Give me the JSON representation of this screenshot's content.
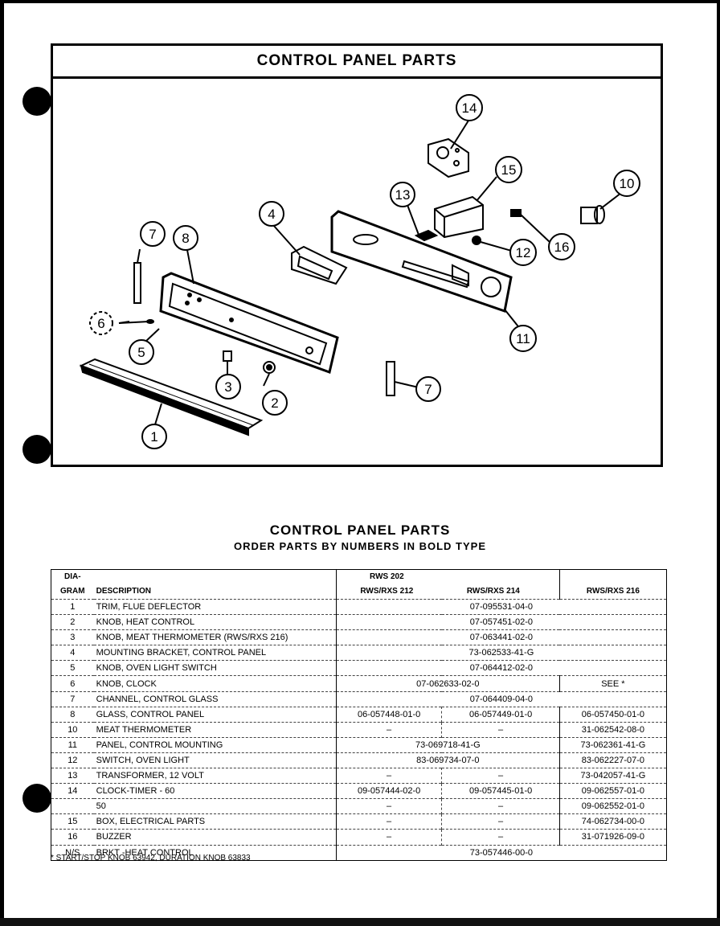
{
  "diagram": {
    "title": "CONTROL PANEL PARTS",
    "callouts": [
      "1",
      "2",
      "3",
      "4",
      "5",
      "6",
      "7",
      "7",
      "8",
      "10",
      "11",
      "12",
      "13",
      "14",
      "15",
      "16"
    ]
  },
  "table_title": "CONTROL PANEL PARTS",
  "table_subtitle": "ORDER PARTS BY NUMBERS IN BOLD TYPE",
  "columns": {
    "dia": "DIA-",
    "gram": "GRAM",
    "description": "DESCRIPTION",
    "col_a_top": "RWS 202",
    "col_a": "RWS/RXS 212",
    "col_b": "RWS/RXS 214",
    "col_c": "RWS/RXS 216"
  },
  "rows": [
    {
      "num": "1",
      "desc": "TRIM, FLUE DEFLECTOR",
      "all": "07-095531-04-0"
    },
    {
      "num": "2",
      "desc": "KNOB, HEAT CONTROL",
      "all": "07-057451-02-0"
    },
    {
      "num": "3",
      "desc": "KNOB, MEAT THERMOMETER (RWS/RXS 216)",
      "all": "07-063441-02-0"
    },
    {
      "num": "4",
      "desc": "MOUNTING BRACKET, CONTROL PANEL",
      "all": "73-062533-41-G"
    },
    {
      "num": "5",
      "desc": "KNOB, OVEN LIGHT SWITCH",
      "all": "07-064412-02-0"
    },
    {
      "num": "6",
      "desc": "KNOB, CLOCK",
      "ab": "07-062633-02-0",
      "c": "SEE *"
    },
    {
      "num": "7",
      "desc": "CHANNEL, CONTROL GLASS",
      "all": "07-064409-04-0"
    },
    {
      "num": "8",
      "desc": "GLASS, CONTROL PANEL",
      "a": "06-057448-01-0",
      "b": "06-057449-01-0",
      "c": "06-057450-01-0"
    },
    {
      "num": "10",
      "desc": "MEAT THERMOMETER",
      "a": "–",
      "b": "–",
      "c": "31-062542-08-0"
    },
    {
      "num": "11",
      "desc": "PANEL, CONTROL MOUNTING",
      "ab": "73-069718-41-G",
      "c": "73-062361-41-G"
    },
    {
      "num": "12",
      "desc": "SWITCH, OVEN LIGHT",
      "ab": "83-069734-07-0",
      "c": "83-062227-07-0"
    },
    {
      "num": "13",
      "desc": "TRANSFORMER, 12 VOLT",
      "a": "–",
      "b": "–",
      "c": "73-042057-41-G"
    },
    {
      "num": "14",
      "desc": "CLOCK-TIMER - 60",
      "a": "09-057444-02-0",
      "b": "09-057445-01-0",
      "c": "09-062557-01-0"
    },
    {
      "num": "",
      "desc": "50",
      "a": "–",
      "b": "–",
      "c": "09-062552-01-0"
    },
    {
      "num": "15",
      "desc": "BOX, ELECTRICAL PARTS",
      "a": "–",
      "b": "–",
      "c": "74-062734-00-0"
    },
    {
      "num": "16",
      "desc": "BUZZER",
      "a": "–",
      "b": "–",
      "c": "31-071926-09-0"
    },
    {
      "num": "N/S",
      "desc": "BRKT -HEAT CONTROL",
      "all": "73-057446-00-0"
    }
  ],
  "footnote": "* START/STOP KNOB 63942, DURATION KNOB 63833"
}
